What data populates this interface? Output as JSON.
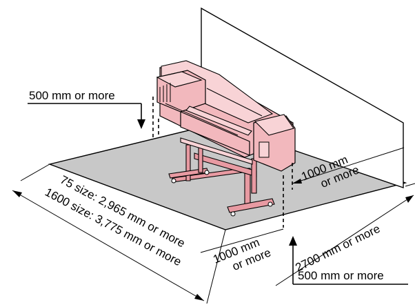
{
  "labels": {
    "left_clearance": "500 mm or more",
    "right_clearance": "500 mm or more",
    "rear_clearance": "1000 mm or more",
    "front_clearance": "1000 mm or more",
    "depth": "2700 mm or more",
    "width_75": "75 size: 2,965 mm or more",
    "width_1600": "1600 size: 3,775 mm or more"
  },
  "colors": {
    "floor": "#c8c8c8",
    "printer": "#f2b8bd",
    "wall": "#ffffff"
  }
}
